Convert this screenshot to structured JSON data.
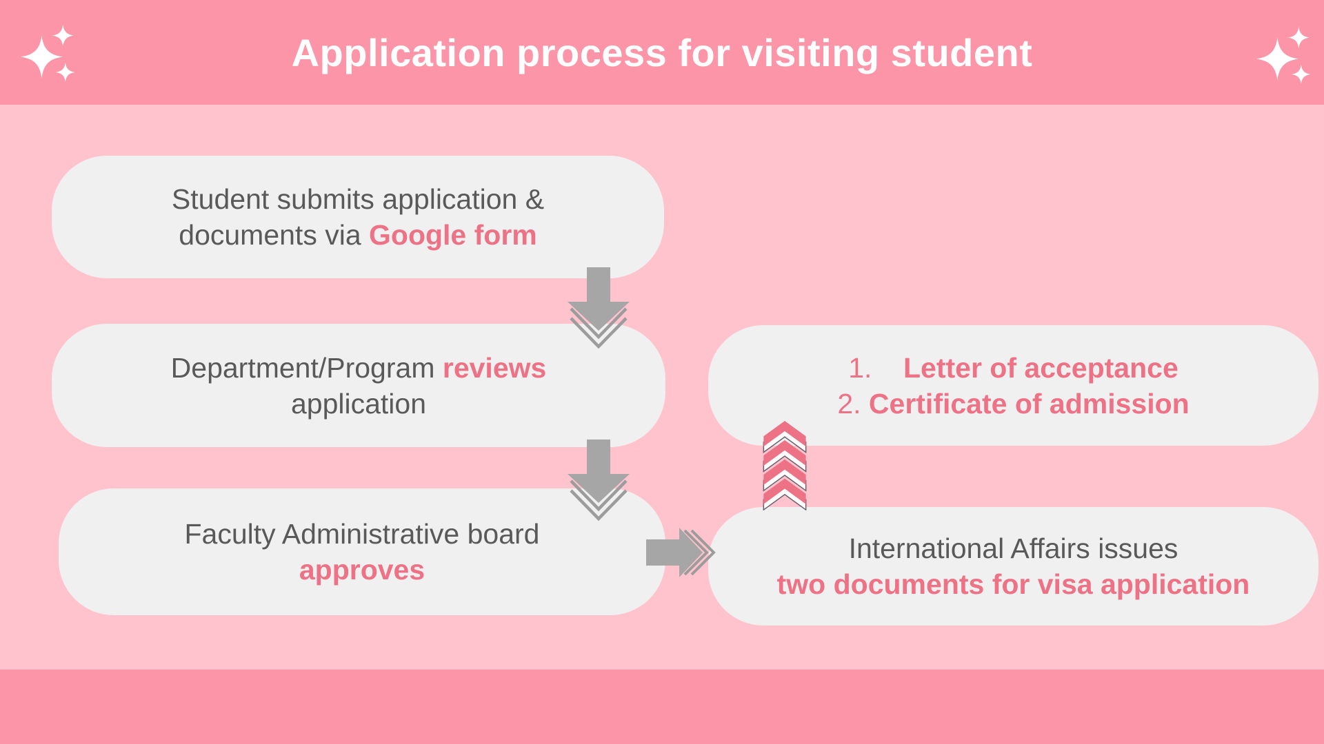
{
  "title": "Application process for visiting student",
  "colors": {
    "header_pink": "#FC95A8",
    "body_pink": "#FFC3CE",
    "box_gray": "#F0F0F0",
    "text_gray": "#595959",
    "accent_pink": "#EE7286",
    "arrow_gray": "#A6A6A6",
    "chevron_outline": "#66606E"
  },
  "icons": {
    "header_left": "sparkles-icon",
    "header_right": "sparkles-icon",
    "between_steps": "arrow-down-icon",
    "step3_to_issue": "arrow-right-icon",
    "issue_to_docs": "chevrons-up-icon"
  },
  "boxes": {
    "step1": {
      "lines": [
        [
          {
            "t": "Student submits application &"
          }
        ],
        [
          {
            "t": "documents via "
          },
          {
            "t": "Google form",
            "accent": true,
            "bold": true
          }
        ]
      ]
    },
    "step2": {
      "lines": [
        [
          {
            "t": "Department/Program "
          },
          {
            "t": "reviews",
            "accent": true,
            "bold": true
          }
        ],
        [
          {
            "t": "application"
          }
        ]
      ]
    },
    "step3": {
      "lines": [
        [
          {
            "t": "Faculty Administrative board"
          }
        ],
        [
          {
            "t": "approves",
            "accent": true,
            "bold": true
          }
        ]
      ]
    },
    "documents": {
      "lines": [
        [
          {
            "t": "1.    ",
            "accent": true
          },
          {
            "t": "Letter of acceptance",
            "accent": true,
            "bold": true
          }
        ],
        [
          {
            "t": "2. ",
            "accent": true
          },
          {
            "t": "Certificate of admission",
            "accent": true,
            "bold": true
          }
        ]
      ]
    },
    "issue": {
      "lines": [
        [
          {
            "t": "International Affairs issues"
          }
        ],
        [
          {
            "t": "two documents for visa application",
            "accent": true,
            "bold": true
          }
        ]
      ]
    }
  }
}
